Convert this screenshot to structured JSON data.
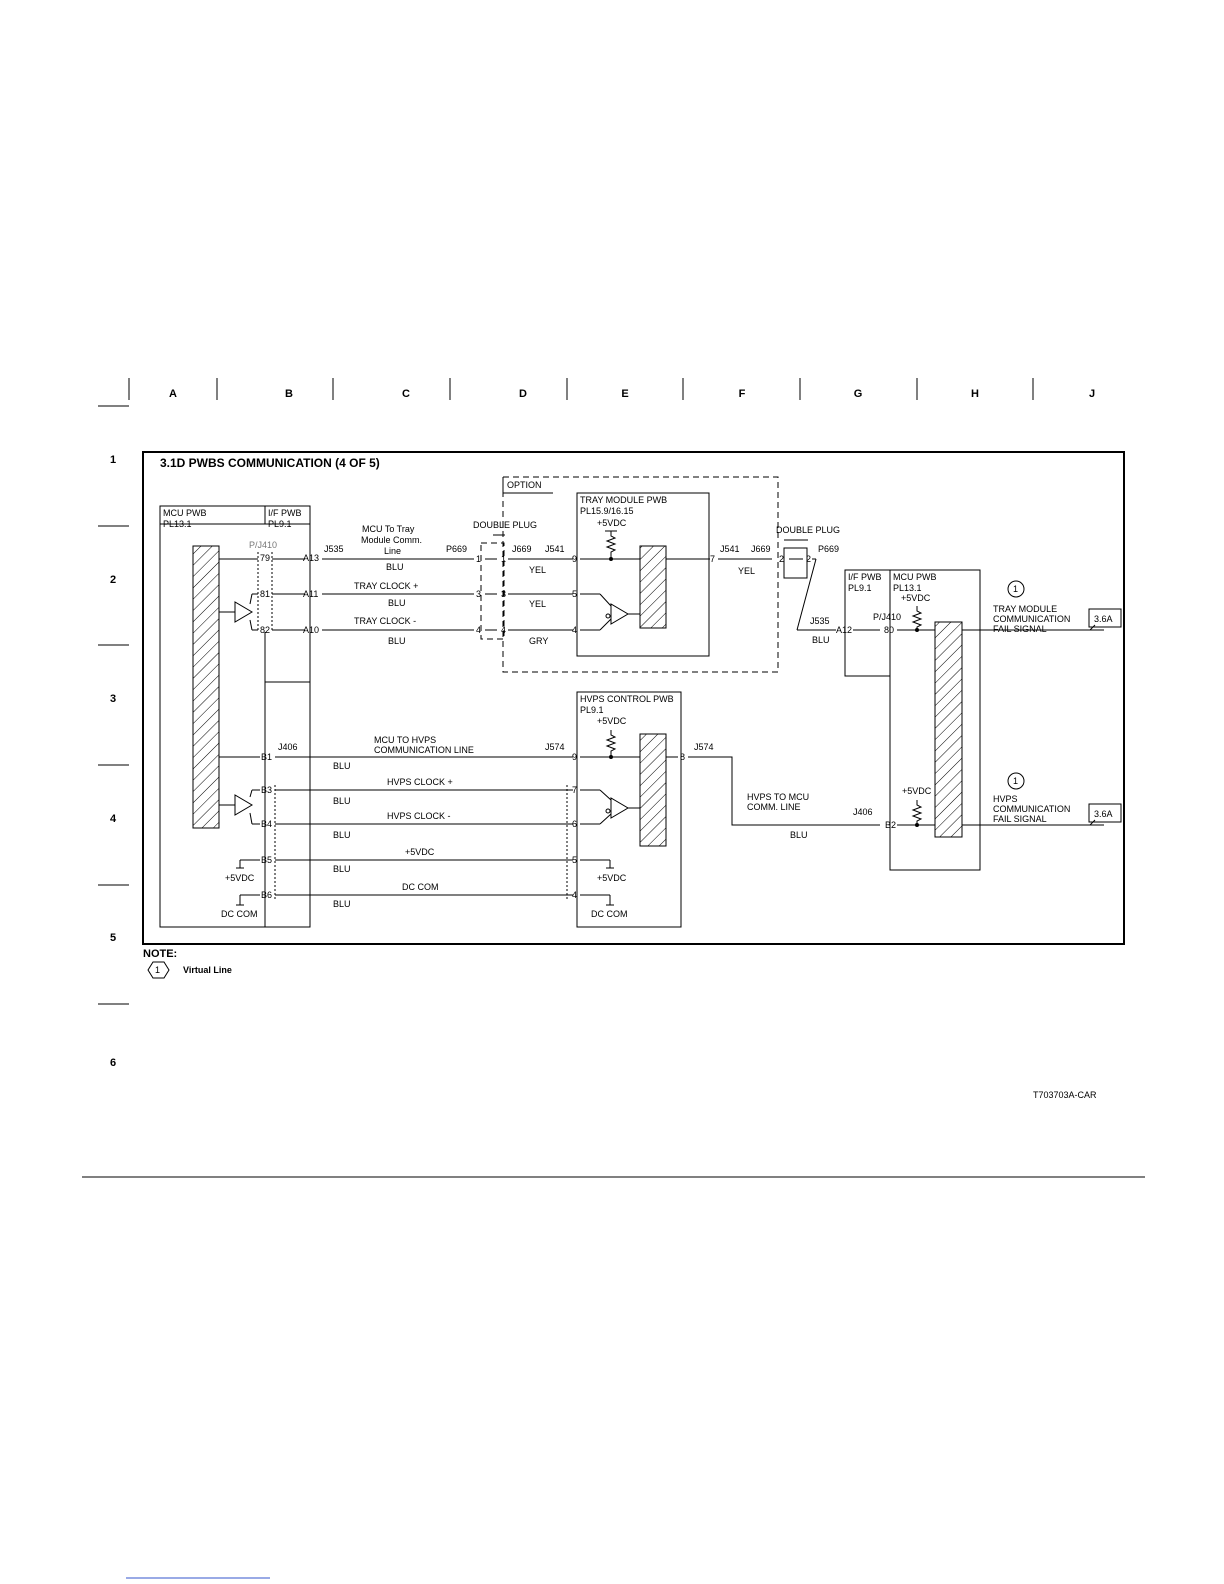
{
  "grid": {
    "columns": [
      "A",
      "B",
      "C",
      "D",
      "E",
      "F",
      "G",
      "H",
      "J"
    ],
    "rows": [
      "1",
      "2",
      "3",
      "4",
      "5",
      "6"
    ]
  },
  "title": "3.1D PWBS COMMUNICATION (4 OF 5)",
  "option_label": "OPTION",
  "mcu_left": {
    "name": "MCU PWB",
    "ref": "PL13.1"
  },
  "if_left": {
    "name": "I/F PWB",
    "ref": "PL9.1"
  },
  "pj410_left": "P/J410",
  "tray_module": {
    "name": "TRAY MODULE PWB",
    "ref": "PL15.9/16.15",
    "supply": "+5VDC"
  },
  "double_plug_left": "DOUBLE PLUG",
  "double_plug_right": "DOUBLE PLUG",
  "if_right": {
    "name": "I/F PWB",
    "ref": "PL9.1"
  },
  "mcu_right": {
    "name": "MCU PWB",
    "ref": "PL13.1",
    "supply": "+5VDC",
    "supply2": "+5VDC"
  },
  "pj410_right": "P/J410",
  "hvps": {
    "name": "HVPS CONTROL PWB",
    "ref": "PL9.1",
    "supply": "+5VDC"
  },
  "signals": {
    "mcu_tray_1": "MCU To Tray",
    "mcu_tray_2": "Module Comm.",
    "mcu_tray_3": "Line",
    "tray_clock_plus": "TRAY CLOCK +",
    "tray_clock_minus": "TRAY CLOCK -",
    "mcu_hvps_1": "MCU TO HVPS",
    "mcu_hvps_2": "COMMUNICATION LINE",
    "hvps_clock_plus": "HVPS CLOCK +",
    "hvps_clock_minus": "HVPS CLOCK -",
    "plus5": "+5VDC",
    "dccom": "DC COM",
    "hvps_mcu_1": "HVPS TO MCU",
    "hvps_mcu_2": "COMM. LINE"
  },
  "wire_colors": {
    "blu": "BLU",
    "yel": "YEL",
    "gry": "GRY"
  },
  "connectors": {
    "j535": "J535",
    "p669": "P669",
    "j669": "J669",
    "j541": "J541",
    "j406": "J406",
    "j574": "J574"
  },
  "pins": {
    "p79": "79",
    "p81": "81",
    "p82": "82",
    "a13": "A13",
    "a11": "A11",
    "a10": "A10",
    "n1": "1",
    "n2": "2",
    "n3": "3",
    "n4": "4",
    "n5": "5",
    "n6": "6",
    "n7": "7",
    "n8": "8",
    "n9": "9",
    "b1": "B1",
    "b2": "B2",
    "b3": "B3",
    "b4": "B4",
    "b5": "B5",
    "b6": "B6",
    "a12": "A12",
    "p80": "80"
  },
  "supply_left": {
    "plus5": "+5VDC",
    "dccom": "DC COM"
  },
  "supply_hvps": {
    "plus5": "+5VDC",
    "dccom": "DC COM"
  },
  "outputs": {
    "tray_fail_1": "TRAY MODULE",
    "tray_fail_2": "COMMUNICATION",
    "tray_fail_3": "FAIL SIGNAL",
    "hvps_fail_1": "HVPS",
    "hvps_fail_2": "COMMUNICATION",
    "hvps_fail_3": "FAIL SIGNAL",
    "ref": "3.6A",
    "virtual_mark": "1"
  },
  "note": {
    "label": "NOTE:",
    "mark": "1",
    "text": "Virtual Line"
  },
  "figure_id": "T703703A-CAR"
}
